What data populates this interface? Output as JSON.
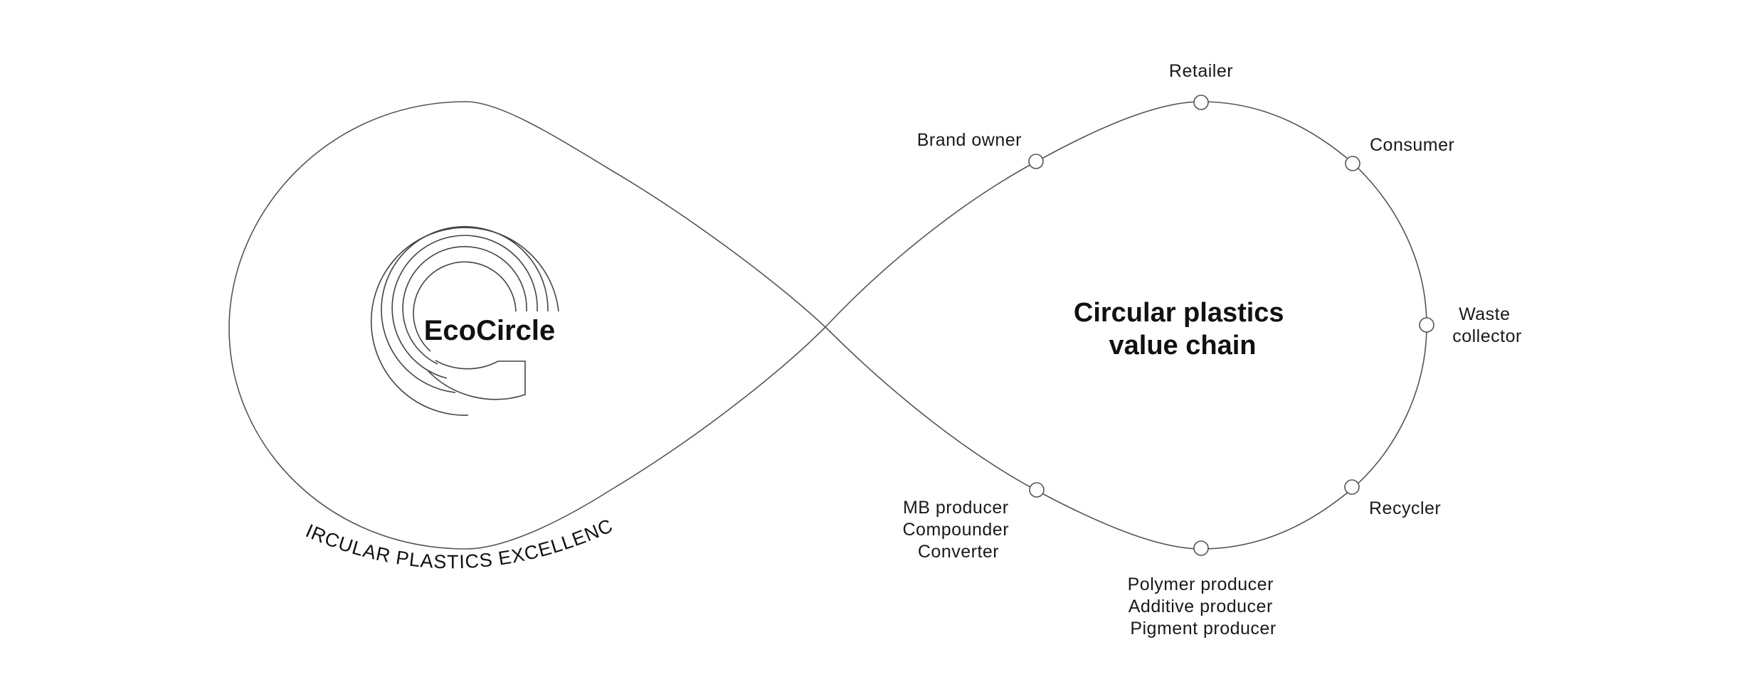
{
  "brand": {
    "name": "EcoCircle",
    "tagline": "CIRCULAR PLASTICS EXCELLENCE"
  },
  "center_title": {
    "line1": "Circular plastics",
    "line2": "value chain"
  },
  "stages": {
    "retailer": [
      "Retailer"
    ],
    "brand_owner": [
      "Brand owner"
    ],
    "consumer": [
      "Consumer"
    ],
    "waste_collector": [
      "Waste",
      "collector"
    ],
    "recycler": [
      "Recycler"
    ],
    "polymer_group": [
      "Polymer producer",
      "Additive producer",
      "Pigment producer"
    ],
    "mb_group": [
      "MB producer",
      "Compounder",
      "Converter"
    ]
  },
  "colors": {
    "line": "#555555",
    "text": "#1a1a1a",
    "background": "#ffffff"
  }
}
